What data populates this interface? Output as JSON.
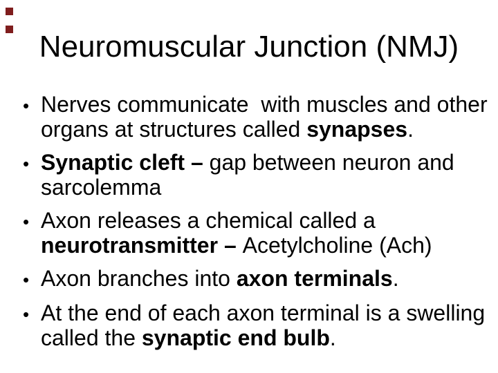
{
  "slide": {
    "title": "Neuromuscular Junction (NMJ)",
    "background_color": "#ffffff",
    "text_color": "#000000",
    "corner_marker_color": "#7f1d1d",
    "bullet_char": "•",
    "bullets": [
      {
        "segments": [
          {
            "text": "Nerves communicate  with muscles and other organs at structures called ",
            "bold": false
          },
          {
            "text": "synapses",
            "bold": true
          },
          {
            "text": ".",
            "bold": false
          }
        ]
      },
      {
        "segments": [
          {
            "text": "Synaptic cleft – ",
            "bold": true
          },
          {
            "text": "gap between neuron and sarcolemma",
            "bold": false
          }
        ]
      },
      {
        "segments": [
          {
            "text": "Axon releases a chemical called a ",
            "bold": false
          },
          {
            "text": "neurotransmitter – ",
            "bold": true
          },
          {
            "text": "Acetylcholine (Ach)",
            "bold": false
          }
        ]
      },
      {
        "segments": [
          {
            "text": "Axon branches into ",
            "bold": false
          },
          {
            "text": "axon terminals",
            "bold": true
          },
          {
            "text": ".",
            "bold": false
          }
        ]
      },
      {
        "segments": [
          {
            "text": "At the end of each axon terminal is a swelling called the ",
            "bold": false
          },
          {
            "text": "synaptic end bulb",
            "bold": true
          },
          {
            "text": ".",
            "bold": false
          }
        ]
      }
    ]
  }
}
